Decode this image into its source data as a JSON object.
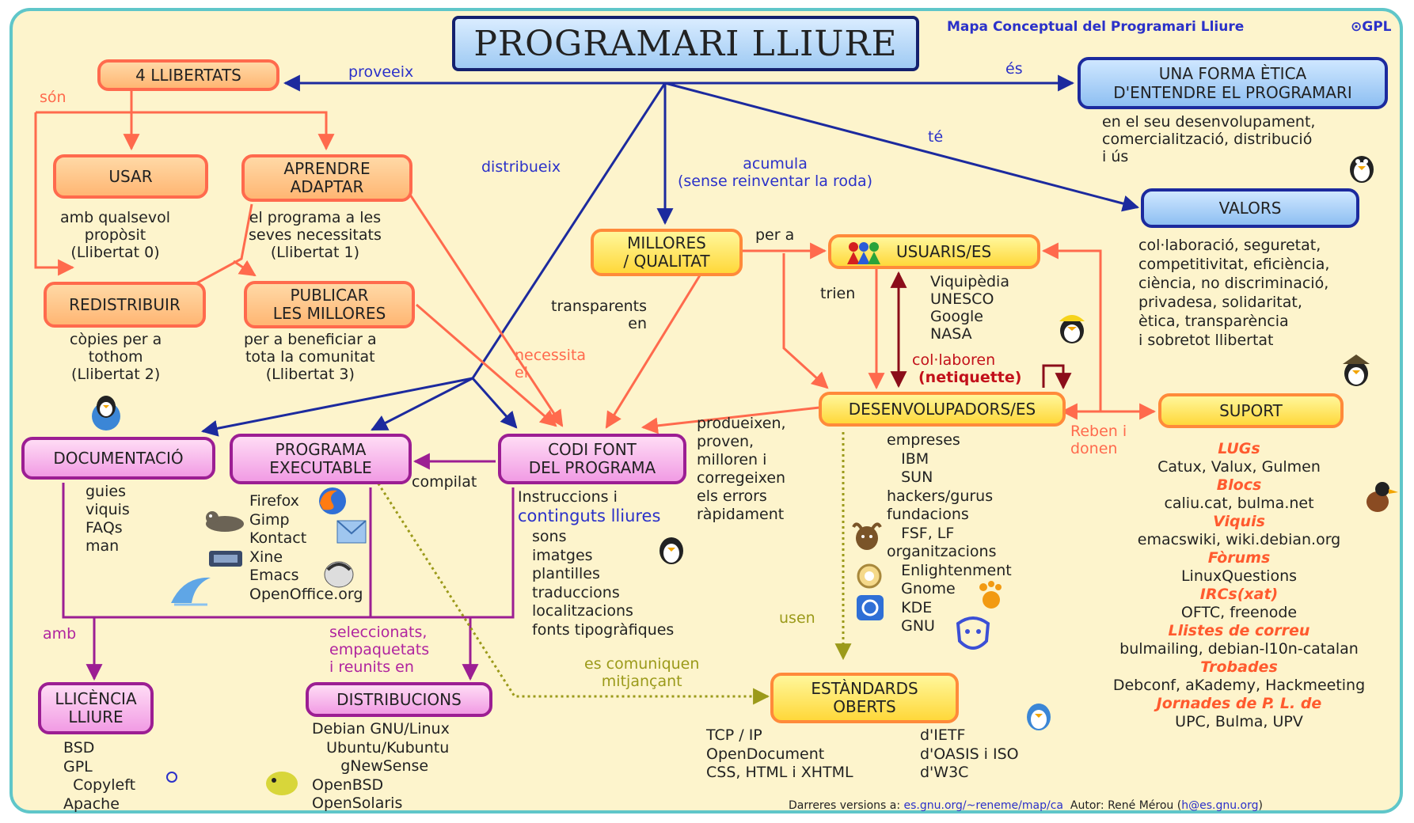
{
  "header": {
    "map_title": "Mapa Conceptual del Programari Lliure",
    "license": "GPL"
  },
  "nodes": {
    "title": "PROGRAMARI LLIURE",
    "llibertats": "4 LLIBERTATS",
    "forma_etica": "UNA FORMA ÈTICA\nD'ENTENDRE EL PROGRAMARI",
    "usar": "USAR",
    "aprendre": "APRENDRE\nADAPTAR",
    "redistribuir": "REDISTRIBUIR",
    "publicar": "PUBLICAR\nLES MILLORES",
    "millores": "MILLORES\n/ QUALITAT",
    "usuaris": "USUARIS/ES",
    "valors": "VALORS",
    "desenvolupadors": "DESENVOLUPADORS/ES",
    "suport": "SUPORT",
    "documentacio": "DOCUMENTACIÓ",
    "programa": "PROGRAMA\nEXECUTABLE",
    "codi": "CODI FONT\nDEL PROGRAMA",
    "llicencia": "LLICÈNCIA\nLLIURE",
    "distribucions": "DISTRIBUCIONS",
    "estandards": "ESTÀNDARDS\nOBERTS"
  },
  "labels": {
    "proveeix": "proveeix",
    "es": "és",
    "te": "té",
    "son": "són",
    "distribueix": "distribueix",
    "acumula": "acumula\n(sense reinventar la roda)",
    "per_a": "per a",
    "transparents": "transparents\nen",
    "necessita": "necessita\nel",
    "trien": "trien",
    "col_laboren": "col·laboren",
    "netiquette": "(netiquette)",
    "reben": "Reben i\ndonen",
    "compilat": "compilat",
    "amb": "amb",
    "seleccionats": "seleccionats,\nempaquetats\ni reunits en",
    "es_comuniquen": "es comuniquen\nmitjançant",
    "usen": "usen"
  },
  "texts": {
    "forma_etica_desc": "en el seu desenvolupament,\ncomercialització, distribució\ni ús",
    "usar_desc": "amb qualsevol\npropòsit\n(Llibertat 0)",
    "aprendre_desc": "el programa a les\nseves necessitats\n(Llibertat 1)",
    "redistribuir_desc": "còpies per a\ntothom\n(Llibertat 2)",
    "publicar_desc": "per a beneficiar a\ntota la comunitat\n(Llibertat 3)",
    "usuaris_list": "Viquipèdia\nUNESCO\nGoogle\nNASA",
    "valors_desc": "col·laboració, seguretat,\ncompetitivitat, eficiència,\nciència, no discriminació,\nprivadesa, solidaritat,\nètica, transparència\ni sobretot llibertat",
    "desenv_desc": "produeixen,\nproven,\nmilloren i\ncorregeixen\nels errors\nràpidament",
    "desenv_list": "empreses\n   IBM\n   SUN\nhackers/gurus\nfundacions\n   FSF, LF\norganitzacions\n   Enlightenment\n   Gnome\n   KDE\n   GNU",
    "doc_list": "guies\nviquis\nFAQs\nman",
    "prog_list": "Firefox\nGimp\nKontact\nXine\nEmacs\nOpenOffice.org",
    "codi_intro": "Instruccions i",
    "codi_link": "continguts lliures",
    "codi_list": "sons\nimatges\nplantilles\ntraduccions\nlocalitzacions\nfonts tipogràfiques",
    "llicencia_list": "BSD\nGPL\n  Copyleft\nApache",
    "distrib_list": "Debian GNU/Linux\n   Ubuntu/Kubuntu\n      gNewSense\nOpenBSD\nOpenSolaris",
    "estandards_left": "TCP / IP\nOpenDocument\nCSS, HTML i XHTML",
    "estandards_right": "d'IETF\nd'OASIS i ISO\nd'W3C"
  },
  "suport": [
    {
      "head": "LUGs",
      "body": "Catux, Valux, Gulmen"
    },
    {
      "head": "Blocs",
      "body": "caliu.cat, bulma.net"
    },
    {
      "head": "Viquis",
      "body": "emacswiki, wiki.debian.org"
    },
    {
      "head": "Fòrums",
      "body": "LinuxQuestions"
    },
    {
      "head": "IRCs(xat)",
      "body": "OFTC, freenode"
    },
    {
      "head": "Llistes de correu",
      "body": "bulmailing, debian-l10n-catalan"
    },
    {
      "head": "Trobades",
      "body": "Debconf, aKademy, Hackmeeting"
    },
    {
      "head": "Jornades de P. L. de",
      "body": "UPC, Bulma, UPV"
    }
  ],
  "footer": {
    "prefix": "Darreres versions a:",
    "url": "es.gnu.org/~reneme/map/ca",
    "author_prefix": "Autor: René Mérou (",
    "email": "h@es.gnu.org",
    "suffix": ")"
  },
  "colors": {
    "blue": "#1c2a9e",
    "orange": "#ff6a4d",
    "pink": "#9c1e93",
    "olive": "#9b9a1a",
    "darkred": "#8b0d1a"
  }
}
